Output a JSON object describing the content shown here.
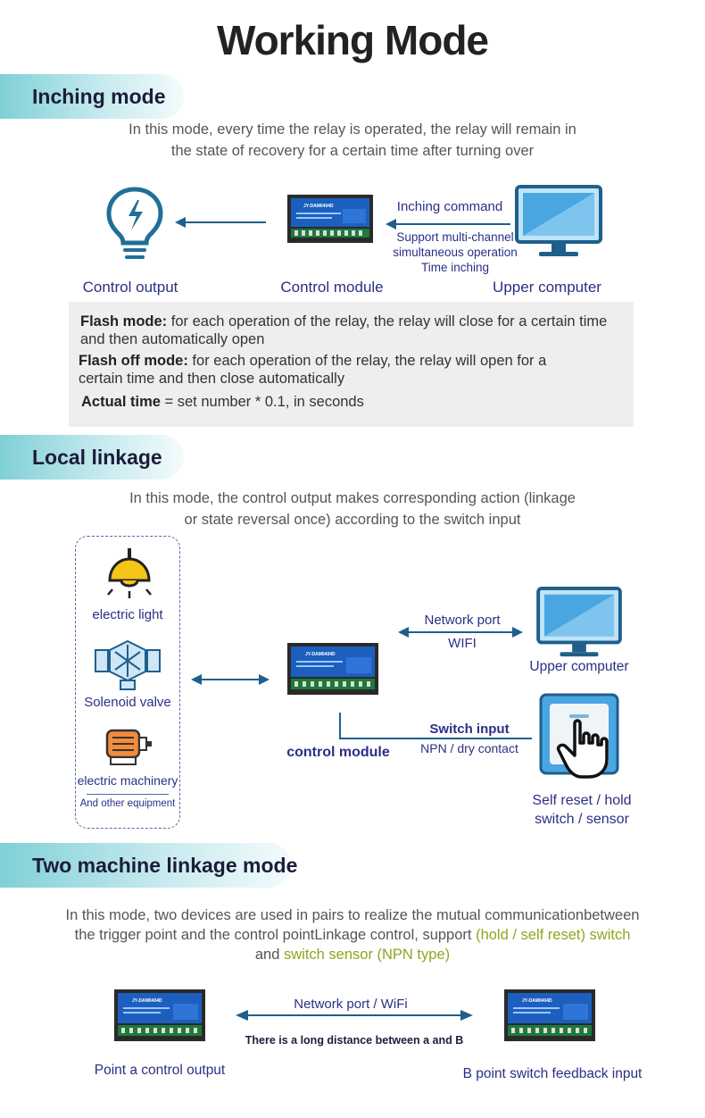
{
  "title": "Working Mode",
  "inching": {
    "heading": "Inching mode",
    "description_line1": "In this mode, every time the relay is operated, the relay will remain in",
    "description_line2": "the state of recovery for a certain time after turning over",
    "command_label": "Inching command",
    "support_line1": "Support multi-channel",
    "support_line2": "simultaneous operation",
    "support_line3": "Time inching",
    "caption_output": "Control output",
    "caption_module": "Control module",
    "caption_computer": "Upper computer",
    "flash_mode_label": "Flash mode:",
    "flash_mode_text1": " for each operation of the relay, the relay will close for a certain time",
    "flash_mode_text2": "and then automatically open",
    "flash_off_label": "Flash off mode:",
    "flash_off_text1": " for each operation of the relay, the relay will open for a",
    "flash_off_text2": "certain time and then close automatically",
    "actual_time_label": "Actual time",
    "actual_time_text": " = set number * 0.1, in seconds"
  },
  "local": {
    "heading": "Local linkage",
    "description_line1": "In this mode, the control output makes corresponding action (linkage",
    "description_line2": "or state reversal once) according to the switch input",
    "devices": [
      "electric light",
      "Solenoid valve",
      "electric machinery"
    ],
    "other_equipment": "And other equipment",
    "network_port": "Network port",
    "wifi": "WIFI",
    "upper_computer": "Upper computer",
    "switch_input": "Switch input",
    "npn_dry": "NPN / dry contact",
    "control_module": "control module",
    "self_reset_line1": "Self reset / hold",
    "self_reset_line2": "switch / sensor"
  },
  "two_machine": {
    "heading": "Two machine linkage mode",
    "description_line1": "In this mode, two devices are used in pairs to realize the mutual communicationbetween",
    "description_line2a": "the trigger point and the control pointLinkage control, support ",
    "description_line2b": "(hold / self reset) switch",
    "description_line3a": "and ",
    "description_line3b": "switch sensor (NPN type)",
    "network_wifi": "Network port / WiFi",
    "distance_note": "There is a long distance between a and B",
    "point_a": "Point a control output",
    "point_b": "B point switch feedback input"
  },
  "module_brand": "JY-DAM0404D",
  "colors": {
    "accent_teal": "#7fd0d6",
    "navy_text": "#2b2f86",
    "arrow_blue": "#1f5f8b",
    "highlight_green": "#8ba81f",
    "lamp_yellow": "#f5c518",
    "monitor_blue": "#3f9ad8"
  }
}
